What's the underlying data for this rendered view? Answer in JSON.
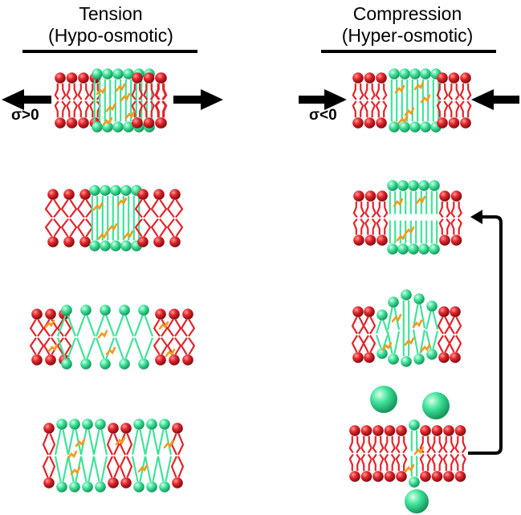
{
  "columns": {
    "left": {
      "title": "Tension",
      "subtitle": "(Hypo-osmotic)",
      "sigma": "σ>0"
    },
    "right": {
      "title": "Compression",
      "subtitle": "(Hyper-osmotic)",
      "sigma": "σ<0"
    }
  },
  "colors": {
    "lipid_red": "#e3242b",
    "lipid_green": "#3fe39a",
    "cholesterol_orange": "#f59a1b",
    "arrow_black": "#000000"
  }
}
